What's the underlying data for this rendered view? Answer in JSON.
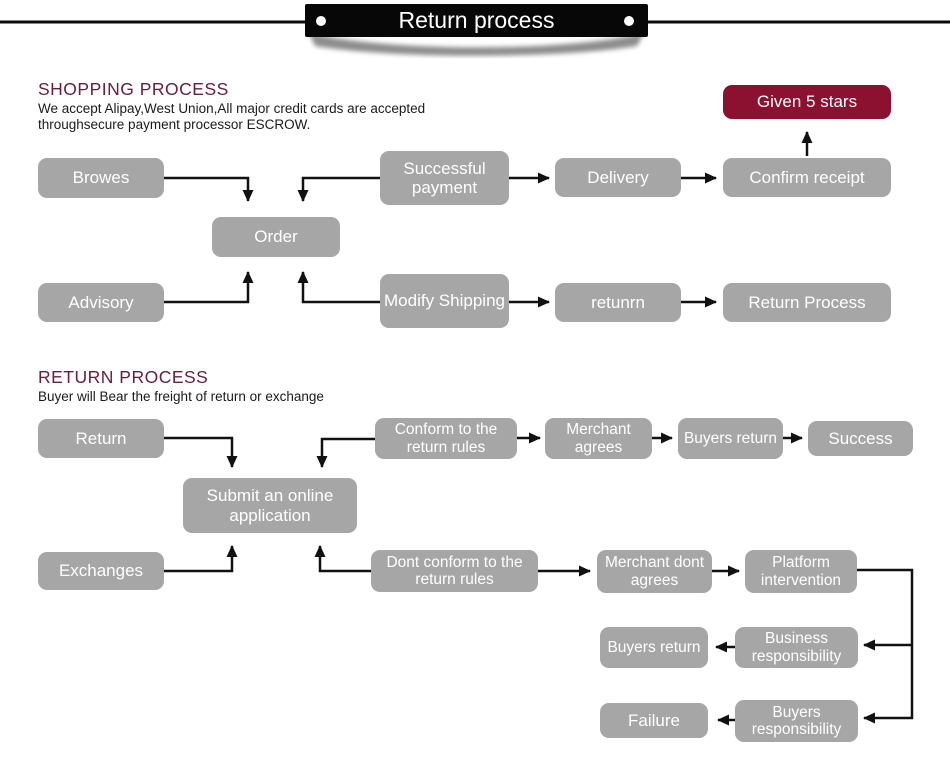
{
  "banner": {
    "title": "Return process"
  },
  "shopping": {
    "heading": "SHOPPING PROCESS",
    "subtitle_line1": "We accept Alipay,West Union,All major credit cards are accepted",
    "subtitle_line2": "throughsecure payment processor ESCROW."
  },
  "returns": {
    "heading": "RETURN PROCESS",
    "subtitle": "Buyer will Bear the freight of return or exchange"
  },
  "nodes": {
    "browes": "Browes",
    "order": "Order",
    "successful_payment": "Successful payment",
    "delivery": "Delivery",
    "confirm_receipt": "Confirm receipt",
    "given_5_stars": "Given 5 stars",
    "advisory": "Advisory",
    "modify_shipping": "Modify Shipping",
    "retunrn": "retunrn",
    "return_process": "Return Process",
    "return": "Return",
    "conform_rules": "Conform to the return rules",
    "merchant_agrees": "Merchant agrees",
    "buyers_return": "Buyers return",
    "success": "Success",
    "submit_application": "Submit an online application",
    "exchanges": "Exchanges",
    "dont_conform_rules": "Dont conform to the return rules",
    "merchant_dont_agrees": "Merchant dont agrees",
    "platform_intervention": "Platform intervention",
    "business_responsibility": "Business responsibility",
    "buyers_return_2": "Buyers return",
    "failure": "Failure",
    "buyers_responsibility": "Buyers responsibility"
  },
  "colors": {
    "accent": "#8c1030",
    "node-bg": "#a6a6a6",
    "heading": "#662038",
    "arrow": "#111111",
    "banner-bg": "#070707"
  }
}
